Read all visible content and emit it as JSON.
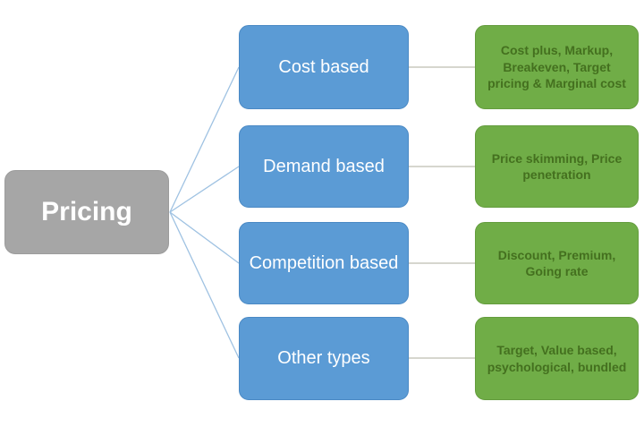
{
  "diagram": {
    "root": {
      "label": "Pricing"
    },
    "branches": [
      {
        "label": "Cost based",
        "detail": "Cost plus, Markup, Breakeven, Target pricing & Marginal cost"
      },
      {
        "label": "Demand based",
        "detail": "Price skimming, Price penetration"
      },
      {
        "label": "Competition based",
        "detail": "Discount, Premium, Going rate"
      },
      {
        "label": "Other types",
        "detail": "Target, Value based, psychological, bundled"
      }
    ],
    "colors": {
      "root_fill": "#a6a6a6",
      "root_text": "#ffffff",
      "branch_fill": "#5b9bd5",
      "branch_text": "#ffffff",
      "detail_fill": "#70ad47",
      "detail_text": "#44701f",
      "line_blue": "#9fc2e2",
      "line_gray": "#c9c9bd"
    }
  }
}
